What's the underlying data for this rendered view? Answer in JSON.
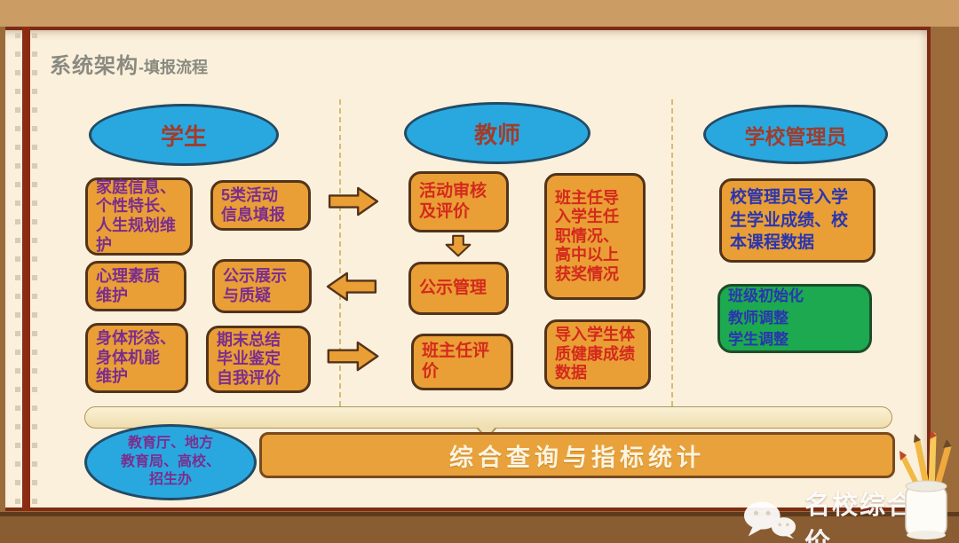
{
  "page": {
    "title_main": "系统架构",
    "title_sub": "-填报流程"
  },
  "colors": {
    "ellipse_fill": "#29A8E0",
    "box_orange": "#E99F35",
    "green_fill": "#1CA94F",
    "purple_text": "#7B2D8E",
    "red_text": "#D4291D",
    "blue_text": "#2A35B0",
    "maroon_text": "#A13C2B",
    "bar_text": "#FCF4DE",
    "frame_red": "#7D2B15",
    "wood": "#9B6C3A"
  },
  "roles": {
    "student": "学生",
    "teacher": "教师",
    "admin": "学校管理员",
    "authority": "教育厅、地方\n教育局、高校、\n招生办"
  },
  "student_col": {
    "box1": "家庭信息、\n个性特长、\n人生规划维\n护",
    "box2": "5类活动\n信息填报",
    "box3": "心理素质\n维护",
    "box4": "公示展示\n与质疑",
    "box5": "身体形态、\n身体机能\n维护",
    "box6": "期末总结\n毕业鉴定\n自我评价"
  },
  "teacher_col": {
    "box1": "活动审核\n及评价",
    "box2": "公示管理",
    "box3": "班主任评\n价",
    "box4": "班主任导\n入学生任\n职情况、\n高中以上\n获奖情况",
    "box5": "导入学生体\n质健康成绩\n数据"
  },
  "admin_col": {
    "box1": "校管理员导入学\n生学业成绩、校\n本课程数据",
    "box2": "班级初始化\n教师调整\n学生调整"
  },
  "bottom": {
    "summary_bar": "综合查询与指标统计"
  },
  "watermark": {
    "text": "名校综合评价"
  }
}
